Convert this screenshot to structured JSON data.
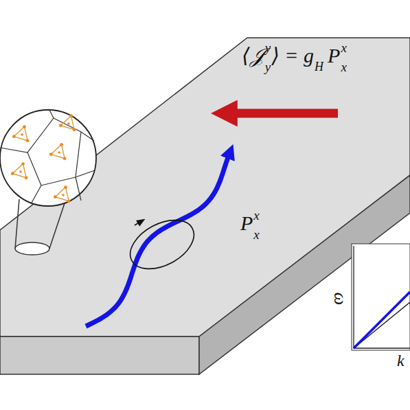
{
  "diagram": {
    "labels": [
      "⟨𝒥",
      "y",
      "y",
      "⟩ = g",
      "H",
      "P",
      "x",
      "x",
      "P",
      "x",
      "x",
      "ω",
      "k"
    ]
  }
}
